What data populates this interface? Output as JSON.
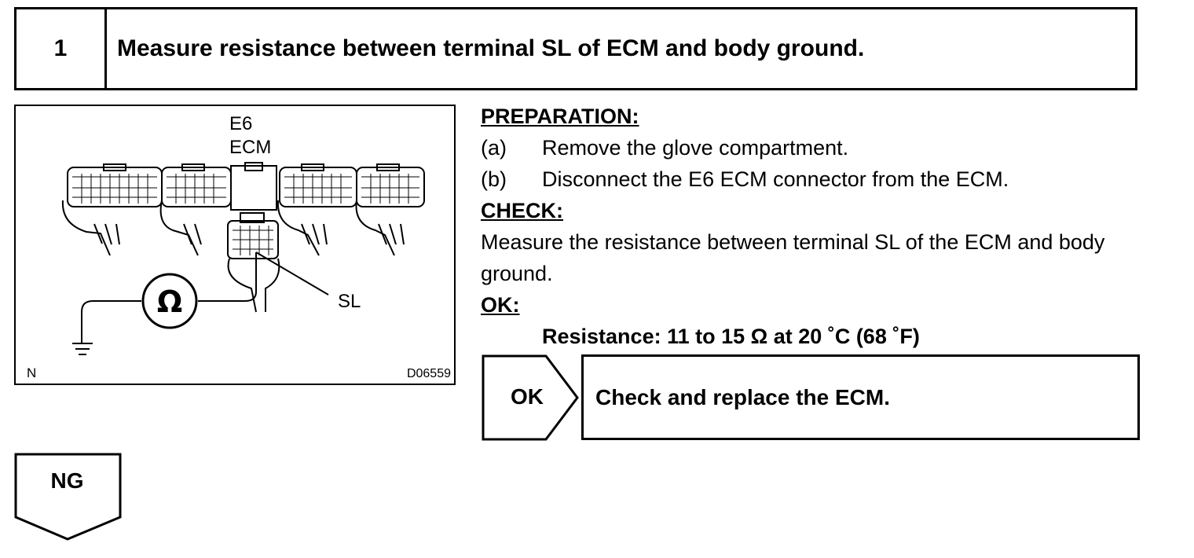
{
  "step": {
    "number": "1",
    "title": "Measure resistance between terminal SL of ECM and body ground."
  },
  "figure": {
    "connector_code": "E6",
    "connector_name": "ECM",
    "terminal_label": "SL",
    "ohm_symbol": "Ω",
    "corner_mark": "N",
    "figure_id": "D06559",
    "icons": [
      "ohmmeter-icon",
      "ground-icon",
      "connector-icon"
    ]
  },
  "instructions": {
    "preparation_heading": "PREPARATION:",
    "preparation_steps": [
      {
        "label": "(a)",
        "text": "Remove the glove compartment."
      },
      {
        "label": "(b)",
        "text": "Disconnect the E6 ECM connector from the ECM."
      }
    ],
    "check_heading": "CHECK:",
    "check_text": "Measure the resistance between terminal SL of the ECM and body ground.",
    "ok_heading": "OK:",
    "spec": "Resistance: 11 to 15 Ω at 20 ˚C (68 ˚F)"
  },
  "ok_branch": {
    "label": "OK",
    "result": "Check and replace the ECM."
  },
  "ng_branch": {
    "label": "NG"
  }
}
